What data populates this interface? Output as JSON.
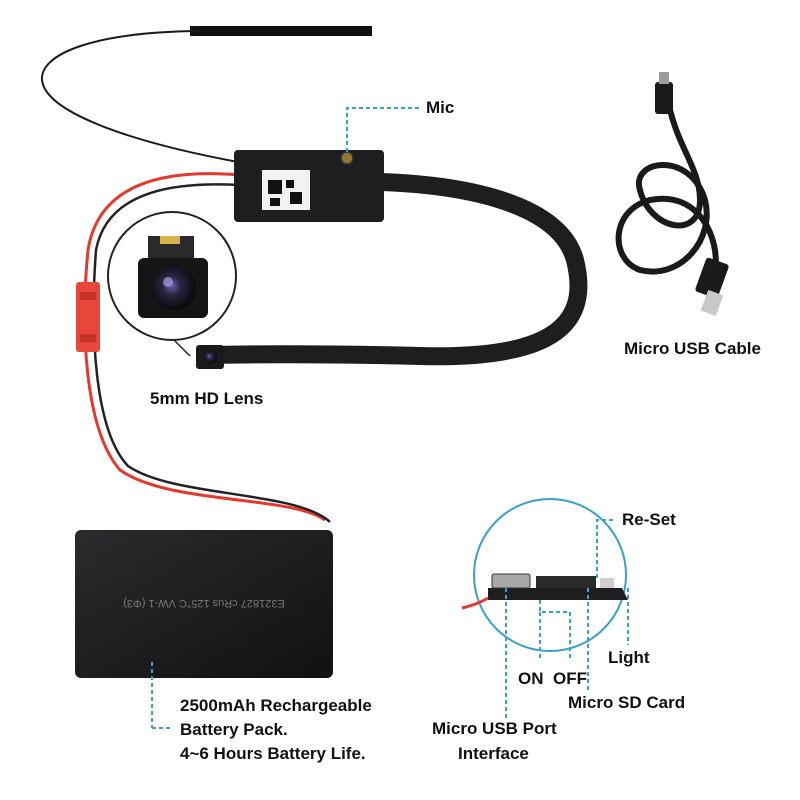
{
  "labels": {
    "mic": "Mic",
    "usb_cable": "Micro USB Cable",
    "lens": "5mm HD Lens",
    "reset": "Re-Set",
    "light": "Light",
    "on": "ON",
    "off": "OFF",
    "sd_card": "Micro SD Card",
    "usb_port": "Micro USB Port",
    "usb_port_2": "Interface",
    "battery_1": "2500mAh Rechargeable",
    "battery_2": "Battery Pack.",
    "battery_3": "4~6 Hours Battery Life."
  },
  "battery_print": "E321827  cRus  125°C  VW-1  (Φ3)",
  "colors": {
    "callout": "#3aa0c8",
    "device": "#1e1e20",
    "wire_red": "#e23a2e",
    "wire_black": "#222222"
  }
}
